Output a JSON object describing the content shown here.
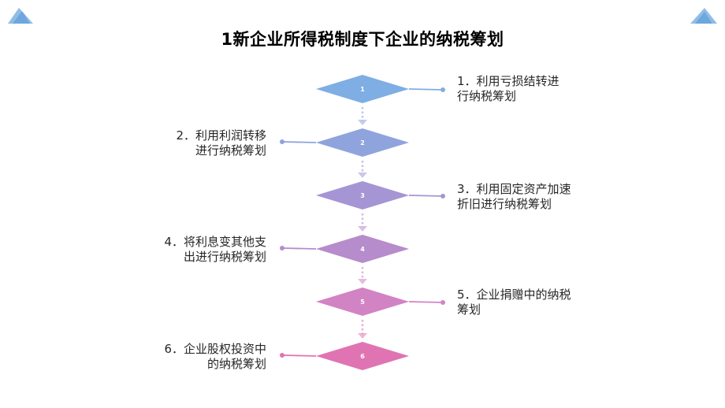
{
  "title": "1新企业所得税制度下企业的纳税筹划",
  "steps": [
    {
      "number": "1",
      "label": "1．利用亏损结转进行纳税筹划",
      "side": "right",
      "color": "#7eaee3"
    },
    {
      "number": "2",
      "label": "2．利用利润转移进行纳税筹划",
      "side": "left",
      "color": "#8fa4dc"
    },
    {
      "number": "3",
      "label": "3．利用固定资产加速折旧进行纳税筹划",
      "side": "right",
      "color": "#a595d4"
    },
    {
      "number": "4",
      "label": "4．将利息变其他支出进行纳税筹划",
      "side": "left",
      "color": "#b68ccc"
    },
    {
      "number": "5",
      "label": "5．企业捐赠中的纳税筹划",
      "side": "right",
      "color": "#d283c4"
    },
    {
      "number": "6",
      "label": "6．企业股权投资中的纳税筹划",
      "side": "left",
      "color": "#e074b3"
    }
  ]
}
